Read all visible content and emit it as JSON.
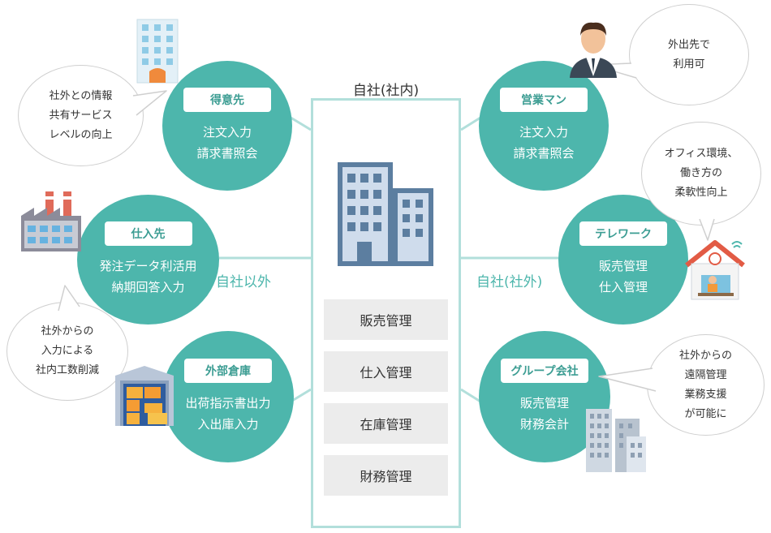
{
  "center": {
    "title": "自社(社内)",
    "modules": [
      "販売管理",
      "仕入管理",
      "在庫管理",
      "財務管理"
    ]
  },
  "side_labels": {
    "left": "自社以外",
    "right": "自社(社外)"
  },
  "nodes": {
    "tokuisaki": {
      "badge": "得意先",
      "lines": [
        "注文入力",
        "請求書照会"
      ]
    },
    "shiiresaki": {
      "badge": "仕入先",
      "lines": [
        "発注データ利活用",
        "納期回答入力"
      ]
    },
    "gaibu_souko": {
      "badge": "外部倉庫",
      "lines": [
        "出荷指示書出力",
        "入出庫入力"
      ]
    },
    "eigyo_man": {
      "badge": "営業マン",
      "lines": [
        "注文入力",
        "請求書照会"
      ]
    },
    "telework": {
      "badge": "テレワーク",
      "lines": [
        "販売管理",
        "仕入管理"
      ]
    },
    "group_kaisha": {
      "badge": "グループ会社",
      "lines": [
        "販売管理",
        "財務会計"
      ]
    }
  },
  "bubbles": {
    "tokuisaki": [
      "社外との情報",
      "共有サービス",
      "レベルの向上"
    ],
    "shiiresaki": [
      "社外からの",
      "入力による",
      "社内工数削減"
    ],
    "eigyo_man": [
      "外出先で",
      "利用可"
    ],
    "telework": [
      "オフィス環境、",
      "働き方の",
      "柔軟性向上"
    ],
    "group_kaisha": [
      "社外からの",
      "遠隔管理",
      "業務支援",
      "が可能に"
    ]
  },
  "colors": {
    "teal": "#4db6ac",
    "teal_light": "#b2dfdb",
    "module_bg": "#ececec"
  },
  "icons": {
    "center": "office-buildings-icon",
    "tokuisaki": "office-tower-icon",
    "shiiresaki": "factory-icon",
    "gaibu_souko": "warehouse-icon",
    "eigyo_man": "salesman-icon",
    "telework": "home-office-icon",
    "group_kaisha": "company-buildings-icon"
  }
}
